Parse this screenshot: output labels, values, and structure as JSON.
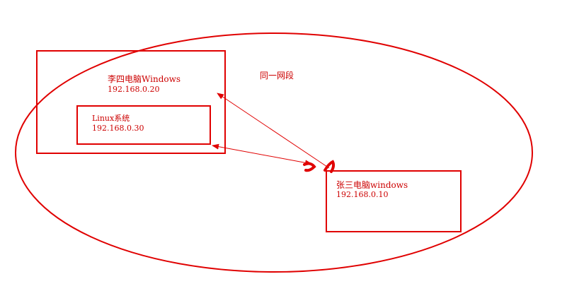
{
  "network": {
    "label": "同一网段"
  },
  "lisi": {
    "name": "李四电脑Windows",
    "ip": "192.168.0.20"
  },
  "linux": {
    "name": "Linux系统",
    "ip": "192.168.0.30"
  },
  "zhangsan": {
    "name": "张三电脑windows",
    "ip": "192.168.0.10"
  },
  "colors": {
    "stroke": "#e00000",
    "text": "#cc0000"
  }
}
